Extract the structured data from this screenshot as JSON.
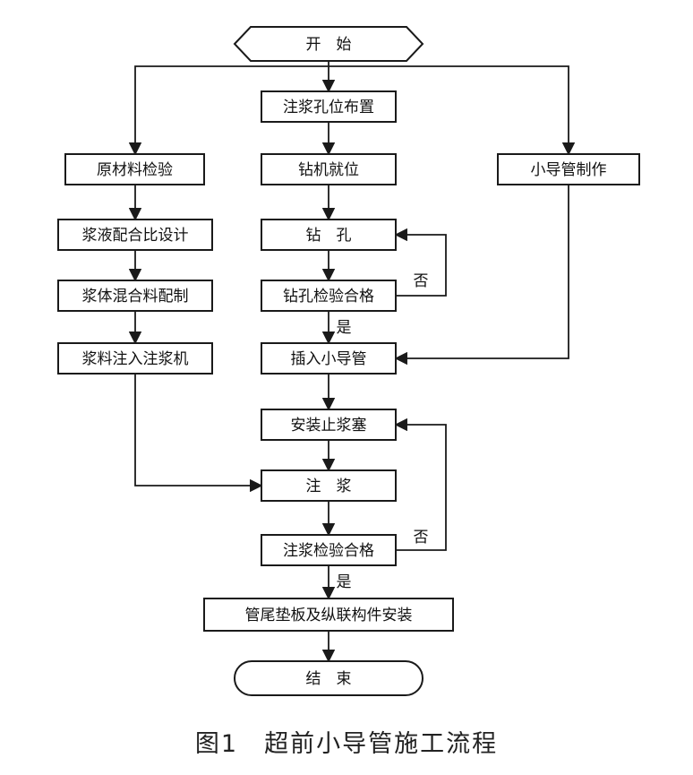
{
  "diagram": {
    "nodes": [
      {
        "id": "start",
        "label": "开　始",
        "shape": "hexagon"
      },
      {
        "id": "hole_layout",
        "label": "注浆孔位布置",
        "shape": "rect"
      },
      {
        "id": "raw_check",
        "label": "原材料检验",
        "shape": "rect"
      },
      {
        "id": "rig_position",
        "label": "钻机就位",
        "shape": "rect"
      },
      {
        "id": "pipe_make",
        "label": "小导管制作",
        "shape": "rect"
      },
      {
        "id": "mix_design",
        "label": "浆液配合比设计",
        "shape": "rect"
      },
      {
        "id": "drill",
        "label": "钻　孔",
        "shape": "rect"
      },
      {
        "id": "mix_prep",
        "label": "浆体混合料配制",
        "shape": "rect"
      },
      {
        "id": "drill_check",
        "label": "钻孔检验合格",
        "shape": "rect"
      },
      {
        "id": "feed_pump",
        "label": "浆料注入注浆机",
        "shape": "rect"
      },
      {
        "id": "insert_pipe",
        "label": "插入小导管",
        "shape": "rect"
      },
      {
        "id": "install_plug",
        "label": "安装止浆塞",
        "shape": "rect"
      },
      {
        "id": "grout",
        "label": "注　浆",
        "shape": "rect"
      },
      {
        "id": "grout_check",
        "label": "注浆检验合格",
        "shape": "rect"
      },
      {
        "id": "install_parts",
        "label": "管尾垫板及纵联构件安装",
        "shape": "rect"
      },
      {
        "id": "end",
        "label": "结　束",
        "shape": "terminal"
      }
    ],
    "edge_labels": {
      "drill_fail": "否",
      "drill_pass": "是",
      "grout_fail": "否",
      "grout_pass": "是"
    }
  },
  "caption": "图1　超前小导管施工流程"
}
